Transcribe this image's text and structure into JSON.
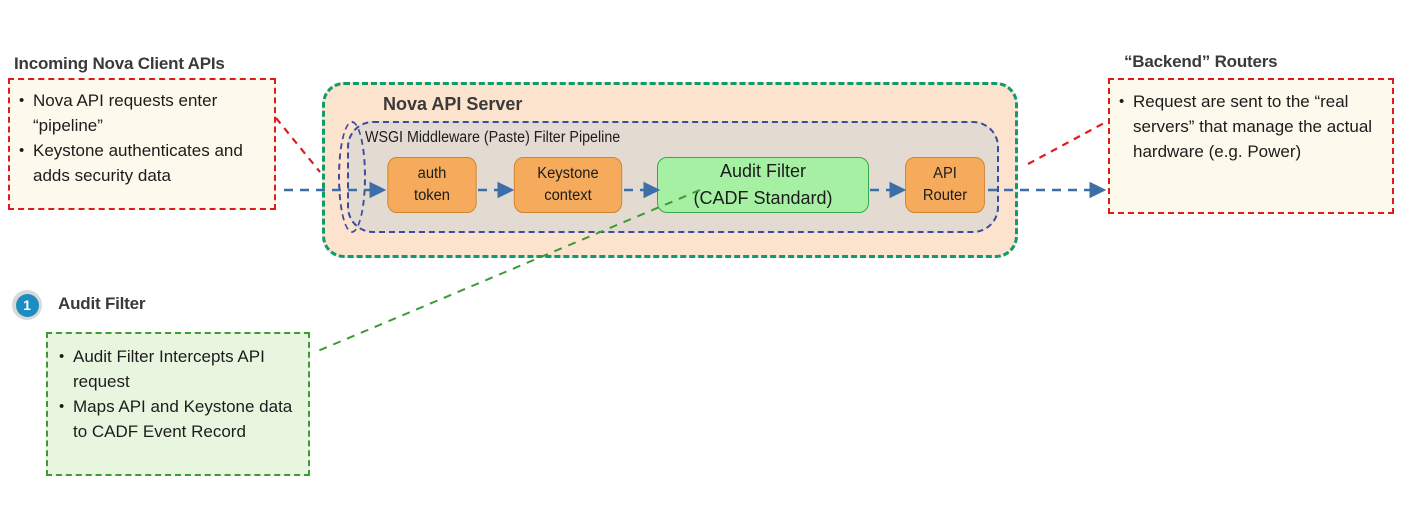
{
  "left_callout": {
    "heading": "Incoming Nova Client  APIs",
    "bullets": [
      "Nova API requests enter “pipeline”",
      "Keystone authenticates and adds security data"
    ]
  },
  "right_callout": {
    "heading": "“Backend” Routers",
    "bullets": [
      "Request are sent to the “real servers” that manage the actual hardware (e.g. Power)"
    ]
  },
  "server": {
    "title": "Nova API Server",
    "pipeline_title": "WSGI Middleware (Paste) Filter Pipeline",
    "nodes": [
      {
        "line1": "auth",
        "line2": "token",
        "kind": "orange"
      },
      {
        "line1": "Keystone",
        "line2": "context",
        "kind": "orange"
      },
      {
        "line1": "Audit Filter",
        "line2": "(CADF Standard)",
        "kind": "green"
      },
      {
        "line1": "API",
        "line2": "Router",
        "kind": "orange"
      }
    ]
  },
  "note": {
    "number": "1",
    "heading": "Audit Filter",
    "bullets": [
      "Audit Filter Intercepts API request",
      "Maps API and Keystone data to CADF Event Record"
    ]
  },
  "colors": {
    "red_dash": "#e01b1b",
    "green_dash": "#3f9a36",
    "teal_dash": "#0e9b6e",
    "navy_dash": "#3b4c9e",
    "arrow_blue": "#3c6fa8",
    "node_orange": "#f5ab5b",
    "node_green": "#a6f0a4",
    "server_fill": "#fce3ce",
    "pipeline_fill": "#e3dad2",
    "callout_fill": "#fdf9ec",
    "note_fill": "#e8f6e0",
    "badge_blue": "#1b8dc0"
  }
}
